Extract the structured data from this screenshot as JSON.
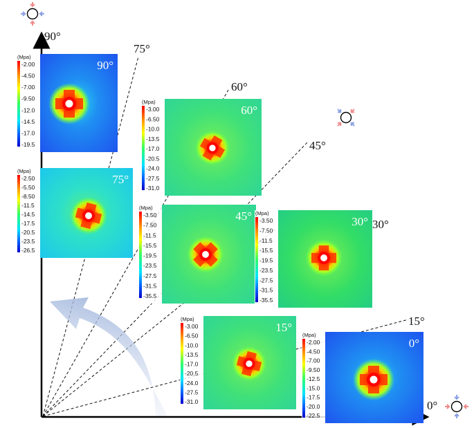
{
  "axes": {
    "x_label": "0°",
    "y_label": "90°"
  },
  "ray_labels": [
    "15°",
    "30°",
    "45°",
    "60°",
    "75°"
  ],
  "unit": "(Mpa)",
  "panels": [
    {
      "angle": "90°",
      "ticks": [
        "-2.00",
        "-4.50",
        "-7.00",
        "-9.50",
        "-12.0",
        "-14.5",
        "-17.0",
        "-19.5"
      ]
    },
    {
      "angle": "75°",
      "ticks": [
        "-2.50",
        "-5.50",
        "-8.50",
        "-11.5",
        "-14.5",
        "-17.5",
        "-20.5",
        "-23.5",
        "-26.5"
      ]
    },
    {
      "angle": "60°",
      "ticks": [
        "-3.00",
        "-6.50",
        "-10.0",
        "-13.5",
        "-17.0",
        "-20.5",
        "-24.0",
        "-27.5",
        "-31.0"
      ]
    },
    {
      "angle": "45°",
      "ticks": [
        "-3.50",
        "-7.50",
        "-11.5",
        "-15.5",
        "-19.5",
        "-23.5",
        "-27.5",
        "-31.5",
        "-35.5"
      ]
    },
    {
      "angle": "30°",
      "ticks": [
        "-3.50",
        "-7.50",
        "-11.5",
        "-15.5",
        "-19.5",
        "-23.5",
        "-27.5",
        "-31.5",
        "-35.5"
      ]
    },
    {
      "angle": "15°",
      "ticks": [
        "-3.00",
        "-6.50",
        "-10.0",
        "-13.5",
        "-17.0",
        "-20.5",
        "-24.0",
        "-27.5",
        "-31.0"
      ]
    },
    {
      "angle": "0°",
      "ticks": [
        "-2.00",
        "-4.50",
        "-7.00",
        "-9.50",
        "-12.5",
        "-15.0",
        "-17.5",
        "-20.0",
        "-22.5"
      ]
    }
  ],
  "colors": {
    "axis": "#000000",
    "arrow": "#9fb4dc",
    "blue_field": "#1e5ff0",
    "cyan_field": "#21d2e6",
    "green_field": "#3fe08a",
    "stress_red": "#ff1a1a",
    "load_red": "#f08a8a",
    "load_blue": "#8aa0e0"
  }
}
